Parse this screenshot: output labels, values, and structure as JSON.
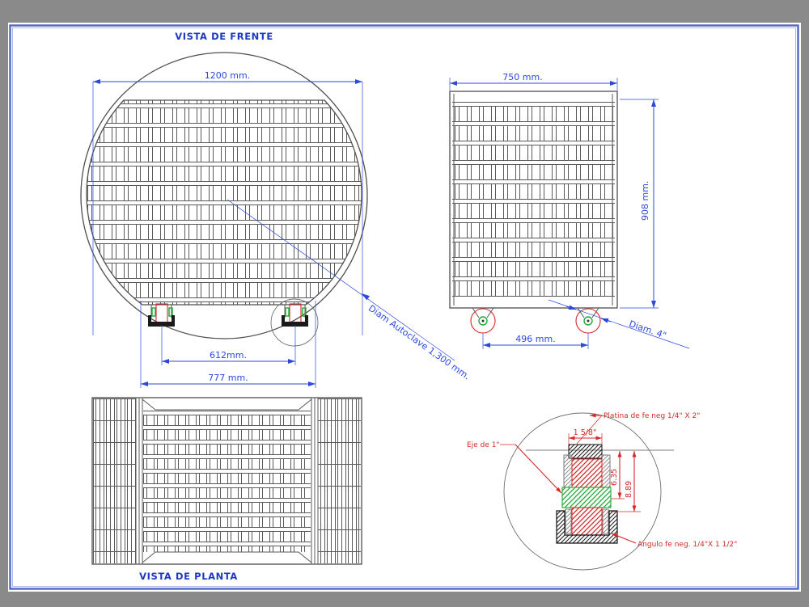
{
  "page": {
    "background_color": "#8a8a8a",
    "paper_color": "#ffffff",
    "frame_color": "#4e68c8"
  },
  "colors": {
    "dimension_blue": "#2d49dd",
    "annotation_red": "#d42a2a",
    "drawing_gray": "#4f4f4f",
    "bushing_green": "#1fa834"
  },
  "titles": {
    "front_view": "VISTA DE FRENTE",
    "plan_view": "VISTA DE PLANTA"
  },
  "front_view": {
    "dim_width": "1200 mm.",
    "dim_wheel_inner": "612mm.",
    "dim_wheel_outer": "777 mm.",
    "leader_autoclave": "Diam Autoclave 1,300 mm."
  },
  "side_view": {
    "dim_width": "750 mm.",
    "dim_height": "908 mm.",
    "dim_wheel_spacing": "496 mm.",
    "leader_wheel_diameter": "Diam. 4\""
  },
  "detail_view": {
    "label_platina": "Platina de fe neg 1/4\" X 2\"",
    "label_eje": "Eje de 1\"",
    "label_angulo": "Angulo fe neg. 1/4\"X 1 1/2\"",
    "dim_plate_width": "1 5/8\"",
    "dim_inner_height": "6.35",
    "dim_outer_height": "8.89"
  }
}
